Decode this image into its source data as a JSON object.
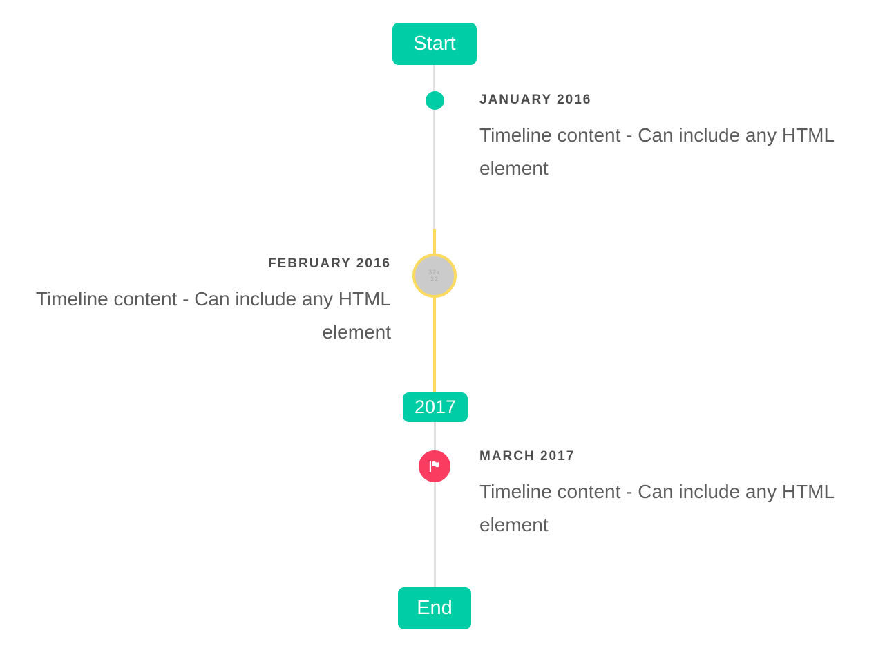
{
  "colors": {
    "accent_teal": "#00cda5",
    "accent_yellow": "#fbda60",
    "accent_red": "#fb3c61",
    "line_gray": "#e0e0e0",
    "marker_gray": "#cbcbcb"
  },
  "timeline": {
    "start_label": "Start",
    "end_label": "End",
    "year_badge": "2017",
    "entries": [
      {
        "title": "JANUARY 2016",
        "content": "Timeline content - Can include any HTML element",
        "side": "right",
        "marker": "teal-dot"
      },
      {
        "title": "FEBRUARY 2016",
        "content": "Timeline content - Can include any HTML element",
        "side": "left",
        "marker": "image-placeholder",
        "placeholder_text": "32x32"
      },
      {
        "title": "MARCH 2017",
        "content": "Timeline content - Can include any HTML element",
        "side": "right",
        "marker": "flag"
      }
    ]
  }
}
